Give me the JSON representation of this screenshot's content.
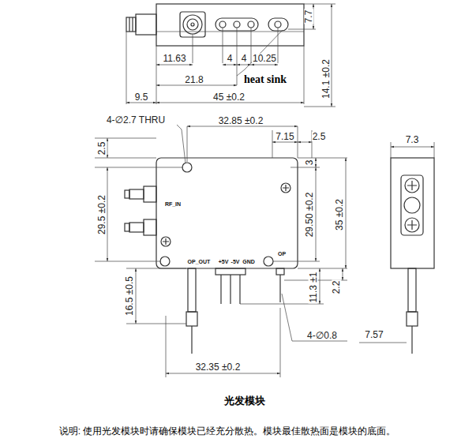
{
  "diagram": {
    "caption": "光发模块",
    "labels": [
      "11.63",
      "4",
      "4",
      "10.25",
      "21.8",
      "heat sink",
      "9.5",
      "45 ±0.2",
      "7.7",
      "14.1 ±0.2",
      "4-∅2.7 THRU",
      "32.85 ±0.2",
      "7.15",
      "2.5",
      "2.5",
      "3",
      "29.5 ±0.2",
      "29.50 ±0.2",
      "35 ±0.2",
      "RF_IN",
      "OP_OUT",
      "+5V",
      "-5V",
      "GND",
      "OP",
      "16.5 ±0.5",
      "11.3 ±1",
      "2.2",
      "4-∅0.8",
      "32.35 ±0.2",
      "7.3",
      "7.57",
      "说明: 使用光发模块时请确保模块已经充分散热。模块最佳散热面是模块的底面。"
    ]
  }
}
